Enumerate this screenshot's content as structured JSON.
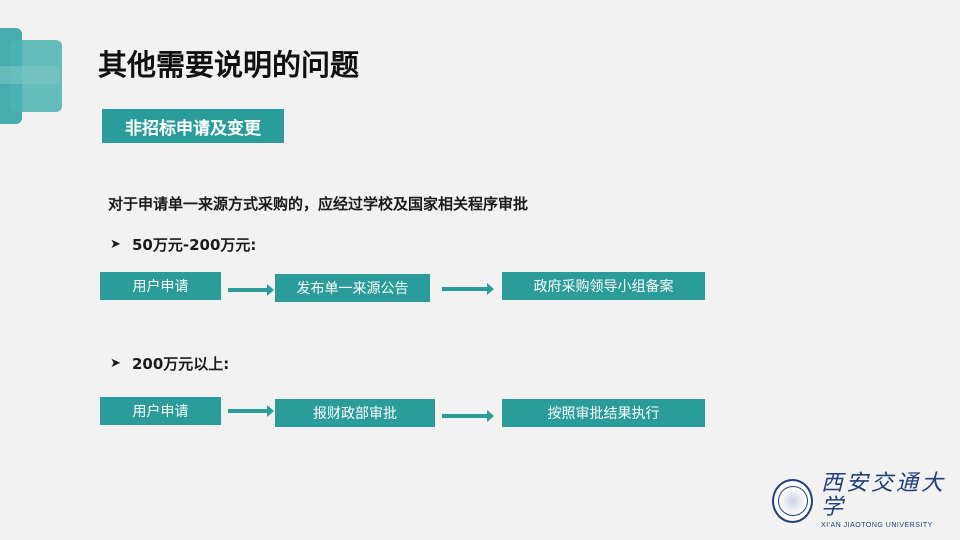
{
  "title": "其他需要说明的问题",
  "subtitle": "非招标申请及变更",
  "intro": "对于申请单一来源方式采购的，应经过学校及国家相关程序审批",
  "tier1": {
    "label": "50万元-200万元:",
    "steps": [
      "用户申请",
      "发布单一来源公告",
      "政府采购领导小组备案"
    ]
  },
  "tier2": {
    "label": "200万元以上:",
    "steps": [
      "用户申请",
      "报财政部审批",
      "按照审批结果执行"
    ]
  },
  "logo": {
    "name_cn": "西安交通大学",
    "name_en": "XI'AN JIAOTONG UNIVERSITY"
  },
  "colors": {
    "accent": "#2a9d9b",
    "background": "#f2f2f2",
    "logo_blue": "#1f3f7a"
  },
  "icons": {
    "bullet": "chevron-right-icon",
    "connector": "right-arrow-icon",
    "seal": "university-seal-icon"
  }
}
